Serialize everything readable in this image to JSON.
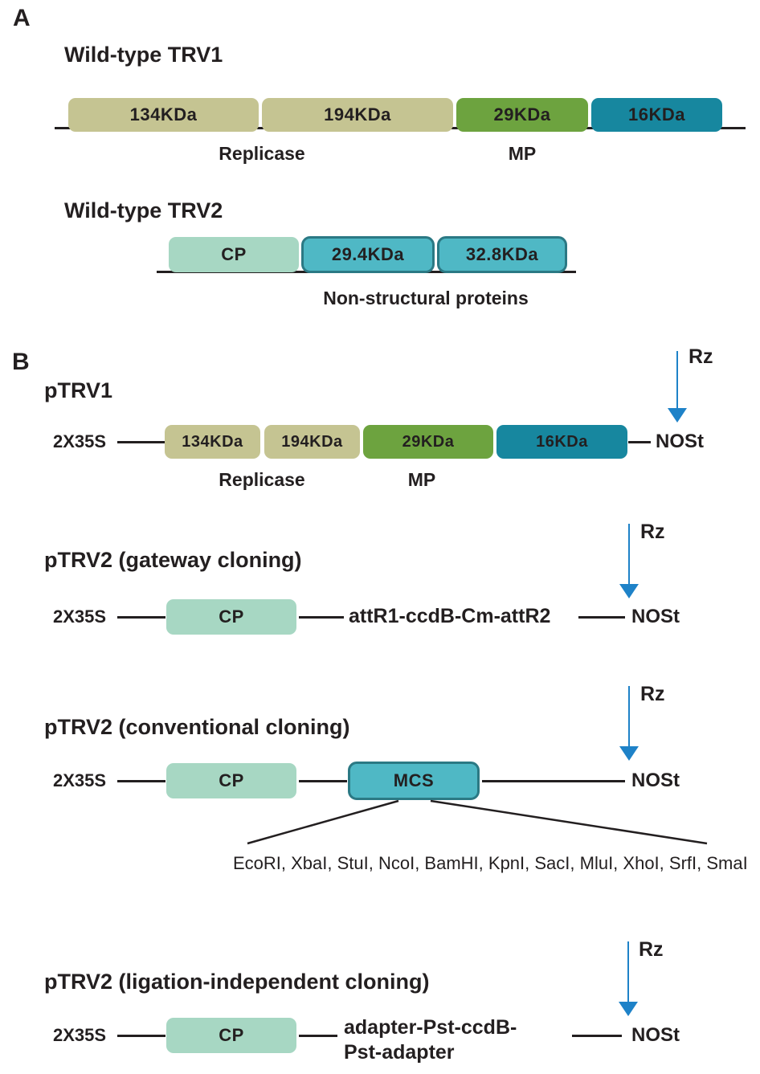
{
  "colors": {
    "text": "#231f20",
    "olive_segment": "#c5c492",
    "green_segment": "#6da33f",
    "dark_teal_segment": "#17879f",
    "mint_segment": "#a7d7c3",
    "mid_teal_segment": "#4fb8c5",
    "mid_teal_border": "#2b7984",
    "arrow_blue": "#1e82c8",
    "background": "#ffffff"
  },
  "panelA": {
    "label": "A",
    "trv1": {
      "title": "Wild-type TRV1",
      "segments": [
        {
          "label": "134KDa",
          "color": "#c5c492"
        },
        {
          "label": "194KDa",
          "color": "#c5c492"
        },
        {
          "label": "29KDa",
          "color": "#6da33f"
        },
        {
          "label": "16KDa",
          "color": "#17879f"
        }
      ],
      "replicase_label": "Replicase",
      "mp_label": "MP"
    },
    "trv2": {
      "title": "Wild-type TRV2",
      "segments": [
        {
          "label": "CP",
          "color": "#a7d7c3"
        },
        {
          "label": "29.4KDa",
          "color": "#4fb8c5"
        },
        {
          "label": "32.8KDa",
          "color": "#4fb8c5"
        }
      ],
      "annotation": "Non-structural proteins"
    }
  },
  "panelB": {
    "label": "B",
    "ptrv1": {
      "title": "pTRV1",
      "rz": "Rz",
      "left_label": "2X35S",
      "right_label": "NOSt",
      "segments": [
        {
          "label": "134KDa",
          "color": "#c5c492"
        },
        {
          "label": "194KDa",
          "color": "#c5c492"
        },
        {
          "label": "29KDa",
          "color": "#6da33f"
        },
        {
          "label": "16KDa",
          "color": "#17879f"
        }
      ],
      "replicase_label": "Replicase",
      "mp_label": "MP"
    },
    "gateway": {
      "title": "pTRV2 (gateway cloning)",
      "rz": "Rz",
      "left_label": "2X35S",
      "right_label": "NOSt",
      "cp_label": "CP",
      "insert": "attR1-ccdB-Cm-attR2"
    },
    "conventional": {
      "title": "pTRV2 (conventional cloning)",
      "rz": "Rz",
      "left_label": "2X35S",
      "right_label": "NOSt",
      "cp_label": "CP",
      "mcs_label": "MCS",
      "restriction_sites": "EcoRI, XbaI, StuI, NcoI, BamHI, KpnI, SacI, MluI, XhoI, SrfI, SmaI"
    },
    "lic": {
      "title": "pTRV2 (ligation-independent cloning)",
      "rz": "Rz",
      "left_label": "2X35S",
      "right_label": "NOSt",
      "cp_label": "CP",
      "insert_line1": "adapter-Pst-ccdB-",
      "insert_line2": "Pst-adapter"
    }
  }
}
